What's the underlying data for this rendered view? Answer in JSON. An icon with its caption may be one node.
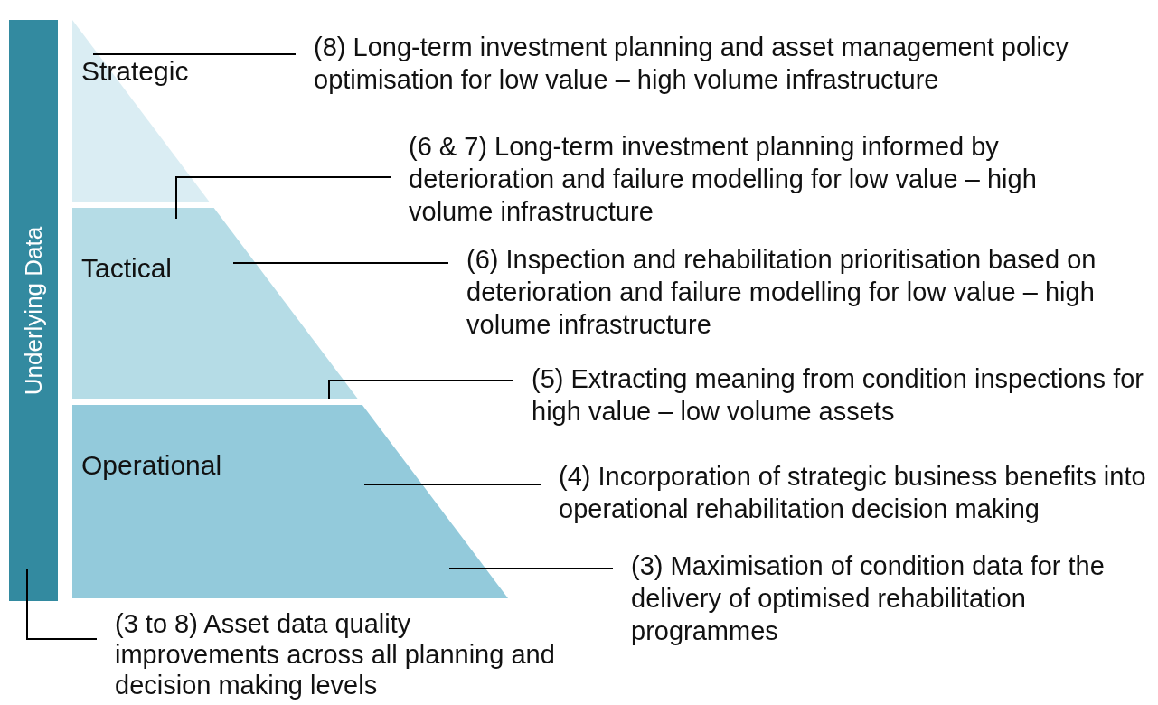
{
  "diagram": {
    "nodes": [
      {
        "text": [
          "Underlying Data"
        ]
      },
      {
        "text": [
          "Strategic"
        ]
      },
      {
        "text": [
          "Tactical"
        ]
      },
      {
        "text": [
          "Operational"
        ]
      },
      {
        "text": [
          "(8) Long-term investment planning and asset management policy optimisation for low value – high volume infrastructure"
        ]
      },
      {
        "text": [
          "(6 & 7) Long-term investment planning informed by deterioration and failure modelling for low value – high volume infrastructure"
        ]
      },
      {
        "text": [
          "(6) Inspection and rehabilitation prioritisation based on deterioration and failure modelling for low value – high volume infrastructure"
        ]
      },
      {
        "text": [
          "(5) Extracting meaning from condition inspections for high value – low volume assets"
        ]
      },
      {
        "text": [
          "(4) Incorporation of strategic business benefits into operational rehabilitation decision making"
        ]
      },
      {
        "text": [
          "(3) Maximisation of condition data for the delivery of optimised rehabilitation programmes"
        ]
      },
      {
        "text": [
          "(3 to 8) Asset data quality improvements across all planning and decision making levels"
        ]
      }
    ],
    "edges": [
      {
        "from": 4,
        "to": 1,
        "arrow": "none"
      },
      {
        "from": 5,
        "to": 2,
        "arrow": "none"
      },
      {
        "from": 6,
        "to": 2,
        "arrow": "none"
      },
      {
        "from": 7,
        "to": 2,
        "arrow": "none"
      },
      {
        "from": 8,
        "to": 3,
        "arrow": "none"
      },
      {
        "from": 9,
        "to": 3,
        "arrow": "none"
      },
      {
        "from": 10,
        "to": 0,
        "arrow": "none"
      }
    ]
  }
}
